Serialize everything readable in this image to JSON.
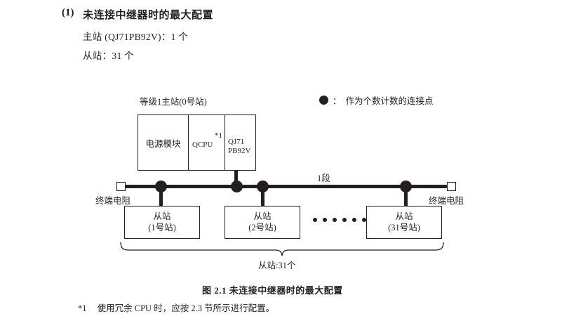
{
  "heading": {
    "number": "(1)",
    "title": "未连接中继器时的最大配置",
    "spec_master": "主站 (QJ71PB92V)：1 个",
    "spec_slave": "从站：31 个"
  },
  "legend": {
    "symbol": "●",
    "separator": "：",
    "text": "作为个数计数的连接点"
  },
  "diagram": {
    "master_label": "等级1主站(0号站)",
    "rack": {
      "power_module": "电源模块",
      "cpu": "QCPU",
      "cpu_note": "*1",
      "network_module_line1": "QJ71",
      "network_module_line2": "PB92V"
    },
    "segment_label": "1段",
    "terminator_left": "终端电阻",
    "terminator_right": "终端电阻",
    "slaves": [
      {
        "name": "从站",
        "station": "(1号站)"
      },
      {
        "name": "从站",
        "station": "(2号站)"
      },
      {
        "name": "从站",
        "station": "(31号站)"
      }
    ],
    "brace_label": "从站:31个"
  },
  "caption": "图 2.1  未连接中继器时的最大配置",
  "footnote": {
    "mark": "*1",
    "text": "使用冗余 CPU 时，应按 2.3 节所示进行配置。"
  }
}
